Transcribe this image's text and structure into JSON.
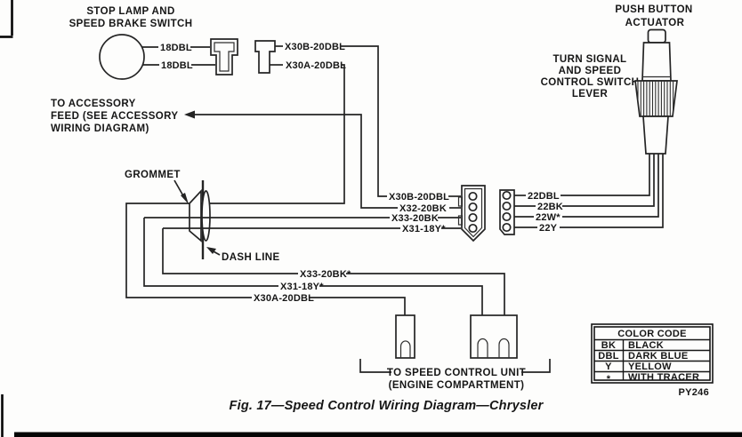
{
  "diagram": {
    "caption": "Fig. 17—Speed Control Wiring Diagram—Chrysler",
    "part_code": "PY246"
  },
  "labels": {
    "stop_lamp_switch": [
      "STOP LAMP AND",
      "SPEED BRAKE SWITCH"
    ],
    "accessory_feed": [
      "TO ACCESSORY",
      "FEED (SEE ACCESSORY",
      "WIRING DIAGRAM)"
    ],
    "push_button_actuator": [
      "PUSH BUTTON",
      "ACTUATOR"
    ],
    "turn_signal_lever": [
      "TURN SIGNAL",
      "AND SPEED",
      "CONTROL SWITCH",
      "LEVER"
    ],
    "grommet": "GROMMET",
    "dash_line": "DASH LINE",
    "speed_control_unit": [
      "TO SPEED CONTROL UNIT",
      "(ENGINE COMPARTMENT)"
    ]
  },
  "wire_labels": {
    "stop_lamp_wire_1": "18DBL",
    "stop_lamp_wire_2": "18DBL",
    "x30b_upper": "X30B-20DBL",
    "x30a_upper": "X30A-20DBL",
    "x30b_connector": "X30B-20DBL",
    "x32_connector": "X32-20BK",
    "x33_connector": "X33-20BK",
    "x31_connector": "X31-18Y*",
    "sw_22dbl": "22DBL",
    "sw_22bk": "22BK",
    "sw_22w": "22W*",
    "sw_22y": "22Y",
    "x33_lower": "X33-20BK*",
    "x31_lower": "X31-18Y*",
    "x30a_lower": "X30A-20DBL"
  },
  "color_code": {
    "title": "COLOR CODE",
    "rows": [
      {
        "code": "BK",
        "name": "BLACK"
      },
      {
        "code": "DBL",
        "name": "DARK BLUE"
      },
      {
        "code": "Y",
        "name": "YELLOW"
      },
      {
        "code": "*",
        "name": "WITH TRACER"
      }
    ]
  }
}
